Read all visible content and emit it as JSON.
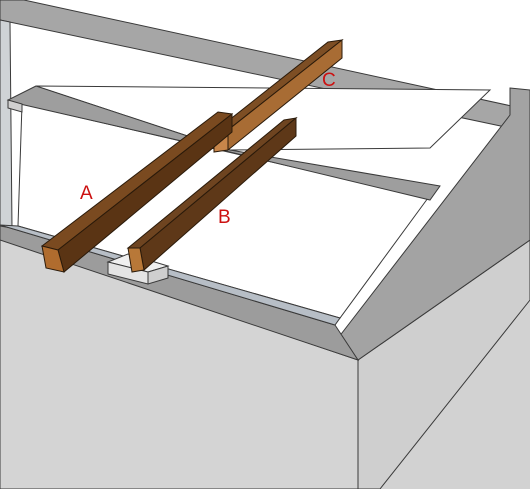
{
  "labels": {
    "beam_a": "A",
    "beam_b": "B",
    "beam_c": "C"
  },
  "colors": {
    "label": "#cc1111",
    "background": "#ffffff",
    "wall_top": "#a4a4a4",
    "wall_front": "#d4d4d4",
    "wall_side": "#cbcbcb",
    "floor": "#d8d8d8",
    "beam_top": "#7a4c22",
    "beam_side": "#5a3414",
    "beam_end": "#c07a3c",
    "block": "#e8e8e8"
  }
}
